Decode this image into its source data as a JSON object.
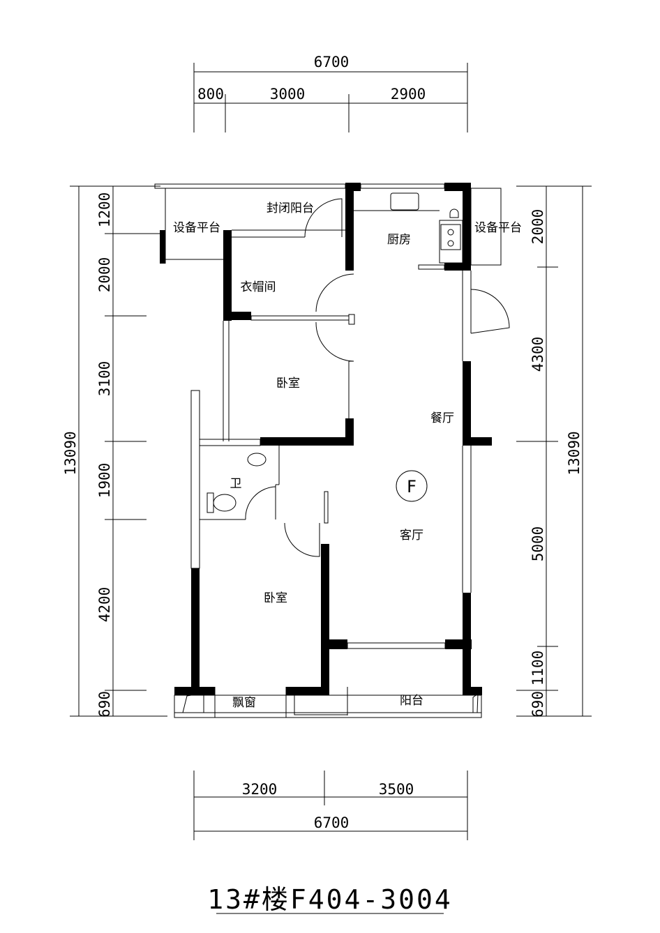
{
  "dimensions": {
    "top_total": "6700",
    "top_segments": [
      "800",
      "3000",
      "2900"
    ],
    "bottom_segments": [
      "3200",
      "3500"
    ],
    "bottom_total": "6700",
    "left_total": "13090",
    "left_segments": [
      "1200",
      "2000",
      "3100",
      "1900",
      "4200",
      "690"
    ],
    "right_total": "13090",
    "right_segments": [
      "2000",
      "4300",
      "5000",
      "1100",
      "690"
    ]
  },
  "rooms": {
    "closed_balcony": "封闭阳台",
    "equipment_left": "设备平台",
    "kitchen": "厨房",
    "equipment_right": "设备平台",
    "cloakroom": "衣帽间",
    "bedroom_1": "卧室",
    "dining": "餐厅",
    "bathroom": "卫",
    "living": "客厅",
    "bedroom_2": "卧室",
    "bay_window": "飘窗",
    "balcony": "阳台"
  },
  "unit_badge": "F",
  "title": "13#楼F404-3004"
}
